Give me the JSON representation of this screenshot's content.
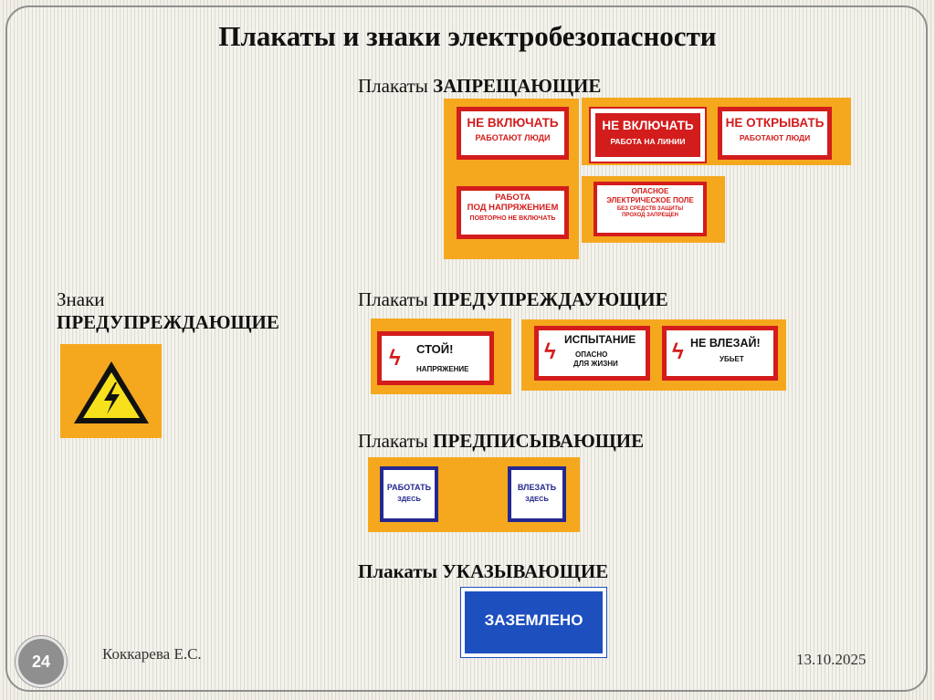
{
  "title": "Плакаты и знаки электробезопасности",
  "sections": {
    "prohibiting": {
      "prefix": "Плакаты ",
      "emphasis": "ЗАПРЕЩАЮЩИЕ"
    },
    "warning_posters": {
      "prefix": "Плакаты ",
      "emphasis": "ПРЕДУПРЕЖДАУЮЩИЕ"
    },
    "prescribing": {
      "prefix": "Плакаты ",
      "emphasis": "ПРЕДПИСЫВАЮЩИЕ"
    },
    "indicating": {
      "prefix": "Плакаты ",
      "emphasis": "УКАЗЫВАЮЩИЕ"
    },
    "warning_signs": {
      "prefix": "Знаки",
      "emphasis": "ПРЕДУПРЕЖДАЮЩИЕ"
    }
  },
  "signs": {
    "ne_vklyuchat_1": {
      "line1": "НЕ ВКЛЮЧАТЬ",
      "line2": "РАБОТАЮТ ЛЮДИ"
    },
    "ne_vklyuchat_2": {
      "line1": "НЕ ВКЛЮЧАТЬ",
      "line2": "РАБОТА НА ЛИНИИ"
    },
    "ne_otkryvat": {
      "line1": "НЕ ОТКРЫВАТЬ",
      "line2": "РАБОТАЮТ ЛЮДИ"
    },
    "rabota_pod_napryazheniem": {
      "line1": "РАБОТА",
      "line2": "ПОД НАПРЯЖЕНИЕМ",
      "line3": "ПОВТОРНО НЕ ВКЛЮЧАТЬ"
    },
    "opasnoe_pole": {
      "line1": "ОПАСНОЕ",
      "line2": "ЭЛЕКТРИЧЕСКОЕ ПОЛЕ",
      "line3": "БЕЗ СРЕДСТВ ЗАЩИТЫ",
      "line4": "ПРОХОД ЗАПРЕЩЕН"
    },
    "stoy": {
      "line1": "СТОЙ!",
      "line2": "НАПРЯЖЕНИЕ"
    },
    "ispytanie": {
      "line1": "ИСПЫТАНИЕ",
      "line2": "ОПАСНО",
      "line3": "ДЛЯ ЖИЗНИ"
    },
    "ne_vlezay": {
      "line1": "НЕ ВЛЕЗАЙ!",
      "line2": "УБЬЕТ"
    },
    "rabotat_zdes": {
      "line1": "РАБОТАТЬ",
      "line2": "ЗДЕСЬ"
    },
    "vlezat_zdes": {
      "line1": "ВЛЕЗАТЬ",
      "line2": "ЗДЕСЬ"
    },
    "zazemleno": {
      "line1": "ЗАЗЕМЛЕНО"
    }
  },
  "colors": {
    "sign_red": "#d31c1c",
    "panel_orange": "#f5a81e",
    "sign_blue": "#24288f",
    "indicator_blue": "#1e4fbf",
    "triangle_yellow": "#f7e11c"
  },
  "footer": {
    "slide_number": "24",
    "author": "Коккарева Е.С.",
    "date": "13.10.2025"
  }
}
